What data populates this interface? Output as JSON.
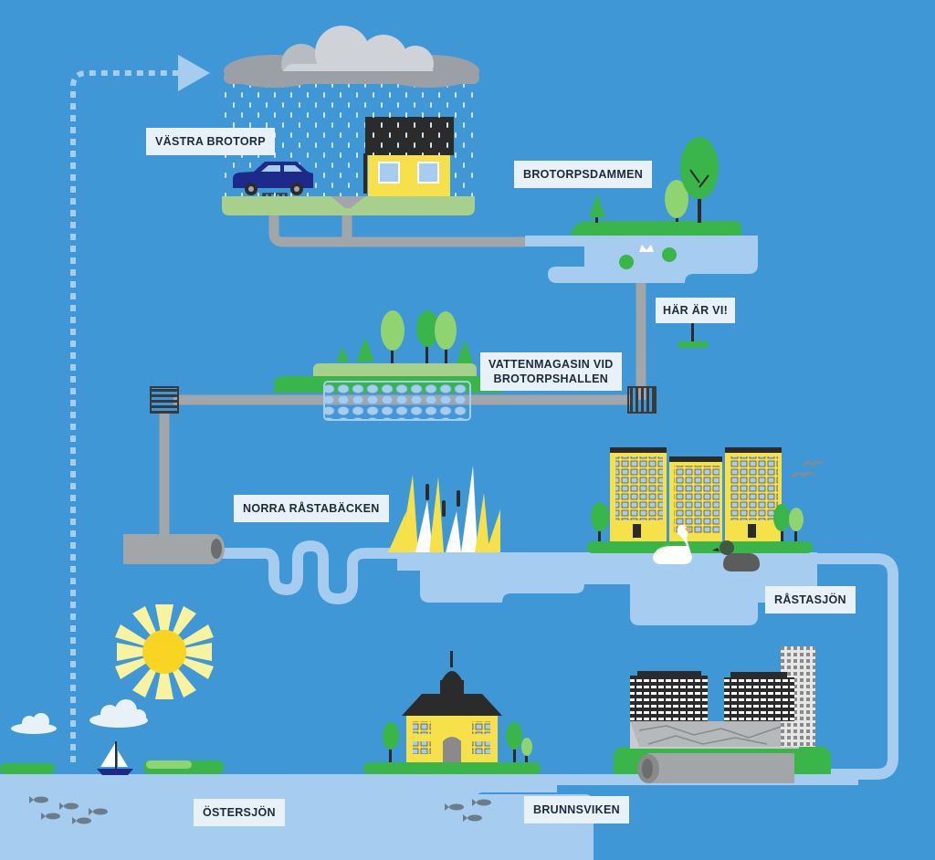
{
  "labels": {
    "vastra_brotorp": "VÄSTRA BROTORP",
    "brotorpsdammen": "BROTORPSDAMMEN",
    "har_ar_vi": "HÄR ÄR VI!",
    "vattenmagasin_line1": "VATTENMAGASIN VID",
    "vattenmagasin_line2": "BROTORPSHALLEN",
    "norra_rastabacken": "NORRA RÅSTABÄCKEN",
    "rastasjon": "RÅSTASJÖN",
    "ostersjon": "ÖSTERSJÖN",
    "brunnsviken": "BRUNNSVIKEN"
  },
  "colors": {
    "sky": "#3f97d5",
    "water": "#a6cdf0",
    "grass": "#3ab54a",
    "pipe": "#a3a6a9",
    "building_yellow": "#f6e14a",
    "label_bg": "#e8f1f8"
  }
}
